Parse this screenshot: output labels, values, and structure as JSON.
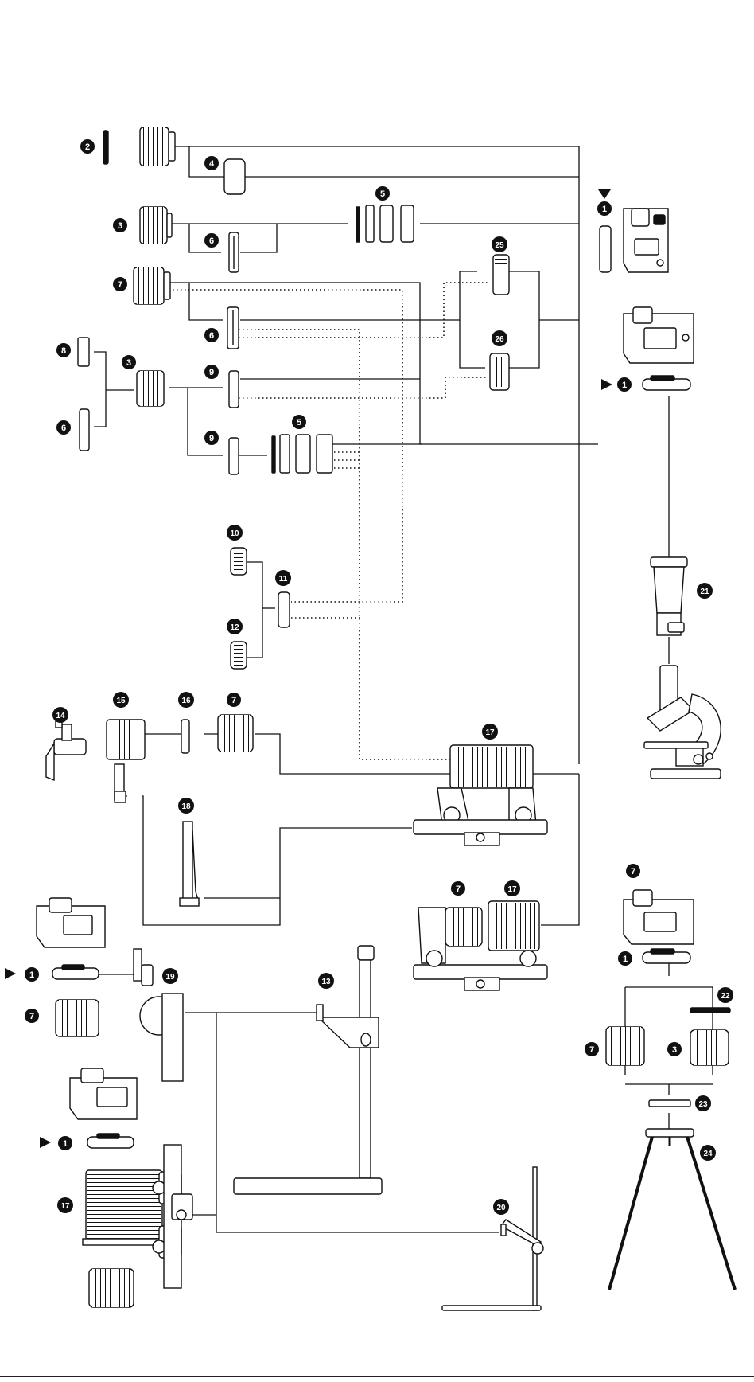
{
  "diagram": {
    "callouts": [
      {
        "id": "c2a",
        "label": "2"
      },
      {
        "id": "c4",
        "label": "4"
      },
      {
        "id": "c5a",
        "label": "5"
      },
      {
        "id": "c3a",
        "label": "3"
      },
      {
        "id": "c6a",
        "label": "6"
      },
      {
        "id": "c7a",
        "label": "7"
      },
      {
        "id": "c6b",
        "label": "6"
      },
      {
        "id": "c8",
        "label": "8"
      },
      {
        "id": "c3b",
        "label": "3"
      },
      {
        "id": "c6c",
        "label": "6"
      },
      {
        "id": "c9a",
        "label": "9"
      },
      {
        "id": "c9b",
        "label": "9"
      },
      {
        "id": "c5b",
        "label": "5"
      },
      {
        "id": "c25",
        "label": "25"
      },
      {
        "id": "c26",
        "label": "26"
      },
      {
        "id": "c1a",
        "label": "1"
      },
      {
        "id": "c1b",
        "label": "1"
      },
      {
        "id": "c10",
        "label": "10"
      },
      {
        "id": "c11",
        "label": "11"
      },
      {
        "id": "c12",
        "label": "12"
      },
      {
        "id": "c21",
        "label": "21"
      },
      {
        "id": "c14",
        "label": "14"
      },
      {
        "id": "c15",
        "label": "15"
      },
      {
        "id": "c16",
        "label": "16"
      },
      {
        "id": "c7b",
        "label": "7"
      },
      {
        "id": "c17a",
        "label": "17"
      },
      {
        "id": "c18",
        "label": "18"
      },
      {
        "id": "c7c",
        "label": "7"
      },
      {
        "id": "c17b",
        "label": "17"
      },
      {
        "id": "c7d",
        "label": "7"
      },
      {
        "id": "c1c",
        "label": "1"
      },
      {
        "id": "c22",
        "label": "22"
      },
      {
        "id": "c7e",
        "label": "7"
      },
      {
        "id": "c3c",
        "label": "3"
      },
      {
        "id": "c23",
        "label": "23"
      },
      {
        "id": "c24",
        "label": "24"
      },
      {
        "id": "c1d",
        "label": "1"
      },
      {
        "id": "c19",
        "label": "19"
      },
      {
        "id": "c7f",
        "label": "7"
      },
      {
        "id": "c13",
        "label": "13"
      },
      {
        "id": "c1e",
        "label": "1"
      },
      {
        "id": "c17c",
        "label": "17"
      },
      {
        "id": "c20",
        "label": "20"
      }
    ]
  }
}
